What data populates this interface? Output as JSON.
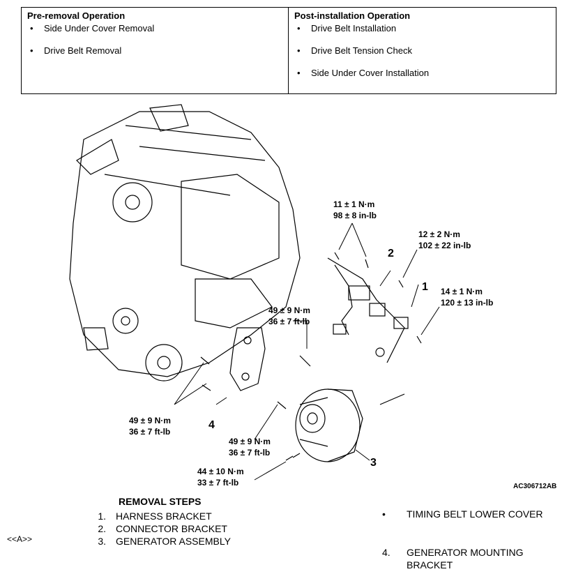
{
  "pre_removal": {
    "heading": "Pre-removal Operation",
    "items": [
      "Side Under Cover Removal",
      "Drive Belt Removal"
    ]
  },
  "post_installation": {
    "heading": "Post-installation Operation",
    "items": [
      "Drive Belt Installation",
      "Drive Belt Tension Check",
      "Side Under Cover Installation"
    ]
  },
  "diagram": {
    "torque_labels": [
      {
        "line1": "11 ± 1 N·m",
        "line2": "98 ± 8 in-lb"
      },
      {
        "line1": "12 ± 2 N·m",
        "line2": "102 ± 22 in-lb"
      },
      {
        "line1": "14 ± 1 N·m",
        "line2": "120 ± 13 in-lb"
      },
      {
        "line1": "49 ± 9 N·m",
        "line2": "36 ± 7 ft-lb"
      },
      {
        "line1": "49 ± 9 N·m",
        "line2": "36 ± 7 ft-lb"
      },
      {
        "line1": "49 ± 9 N·m",
        "line2": "36 ± 7 ft-lb"
      },
      {
        "line1": "44 ± 10 N·m",
        "line2": "33 ± 7 ft-lb"
      }
    ],
    "callouts": [
      "1",
      "2",
      "3",
      "4"
    ],
    "figure_code": "AC306712AB"
  },
  "removal": {
    "title": "REMOVAL STEPS",
    "marker": "<<A>>",
    "steps": [
      {
        "num": "1.",
        "text": "HARNESS BRACKET"
      },
      {
        "num": "2.",
        "text": "CONNECTOR BRACKET"
      },
      {
        "num": "3.",
        "text": "GENERATOR ASSEMBLY"
      }
    ],
    "right_bullet": "•",
    "right_note": "TIMING BELT LOWER COVER",
    "right_step": {
      "num": "4.",
      "text": "GENERATOR MOUNTING BRACKET"
    }
  }
}
